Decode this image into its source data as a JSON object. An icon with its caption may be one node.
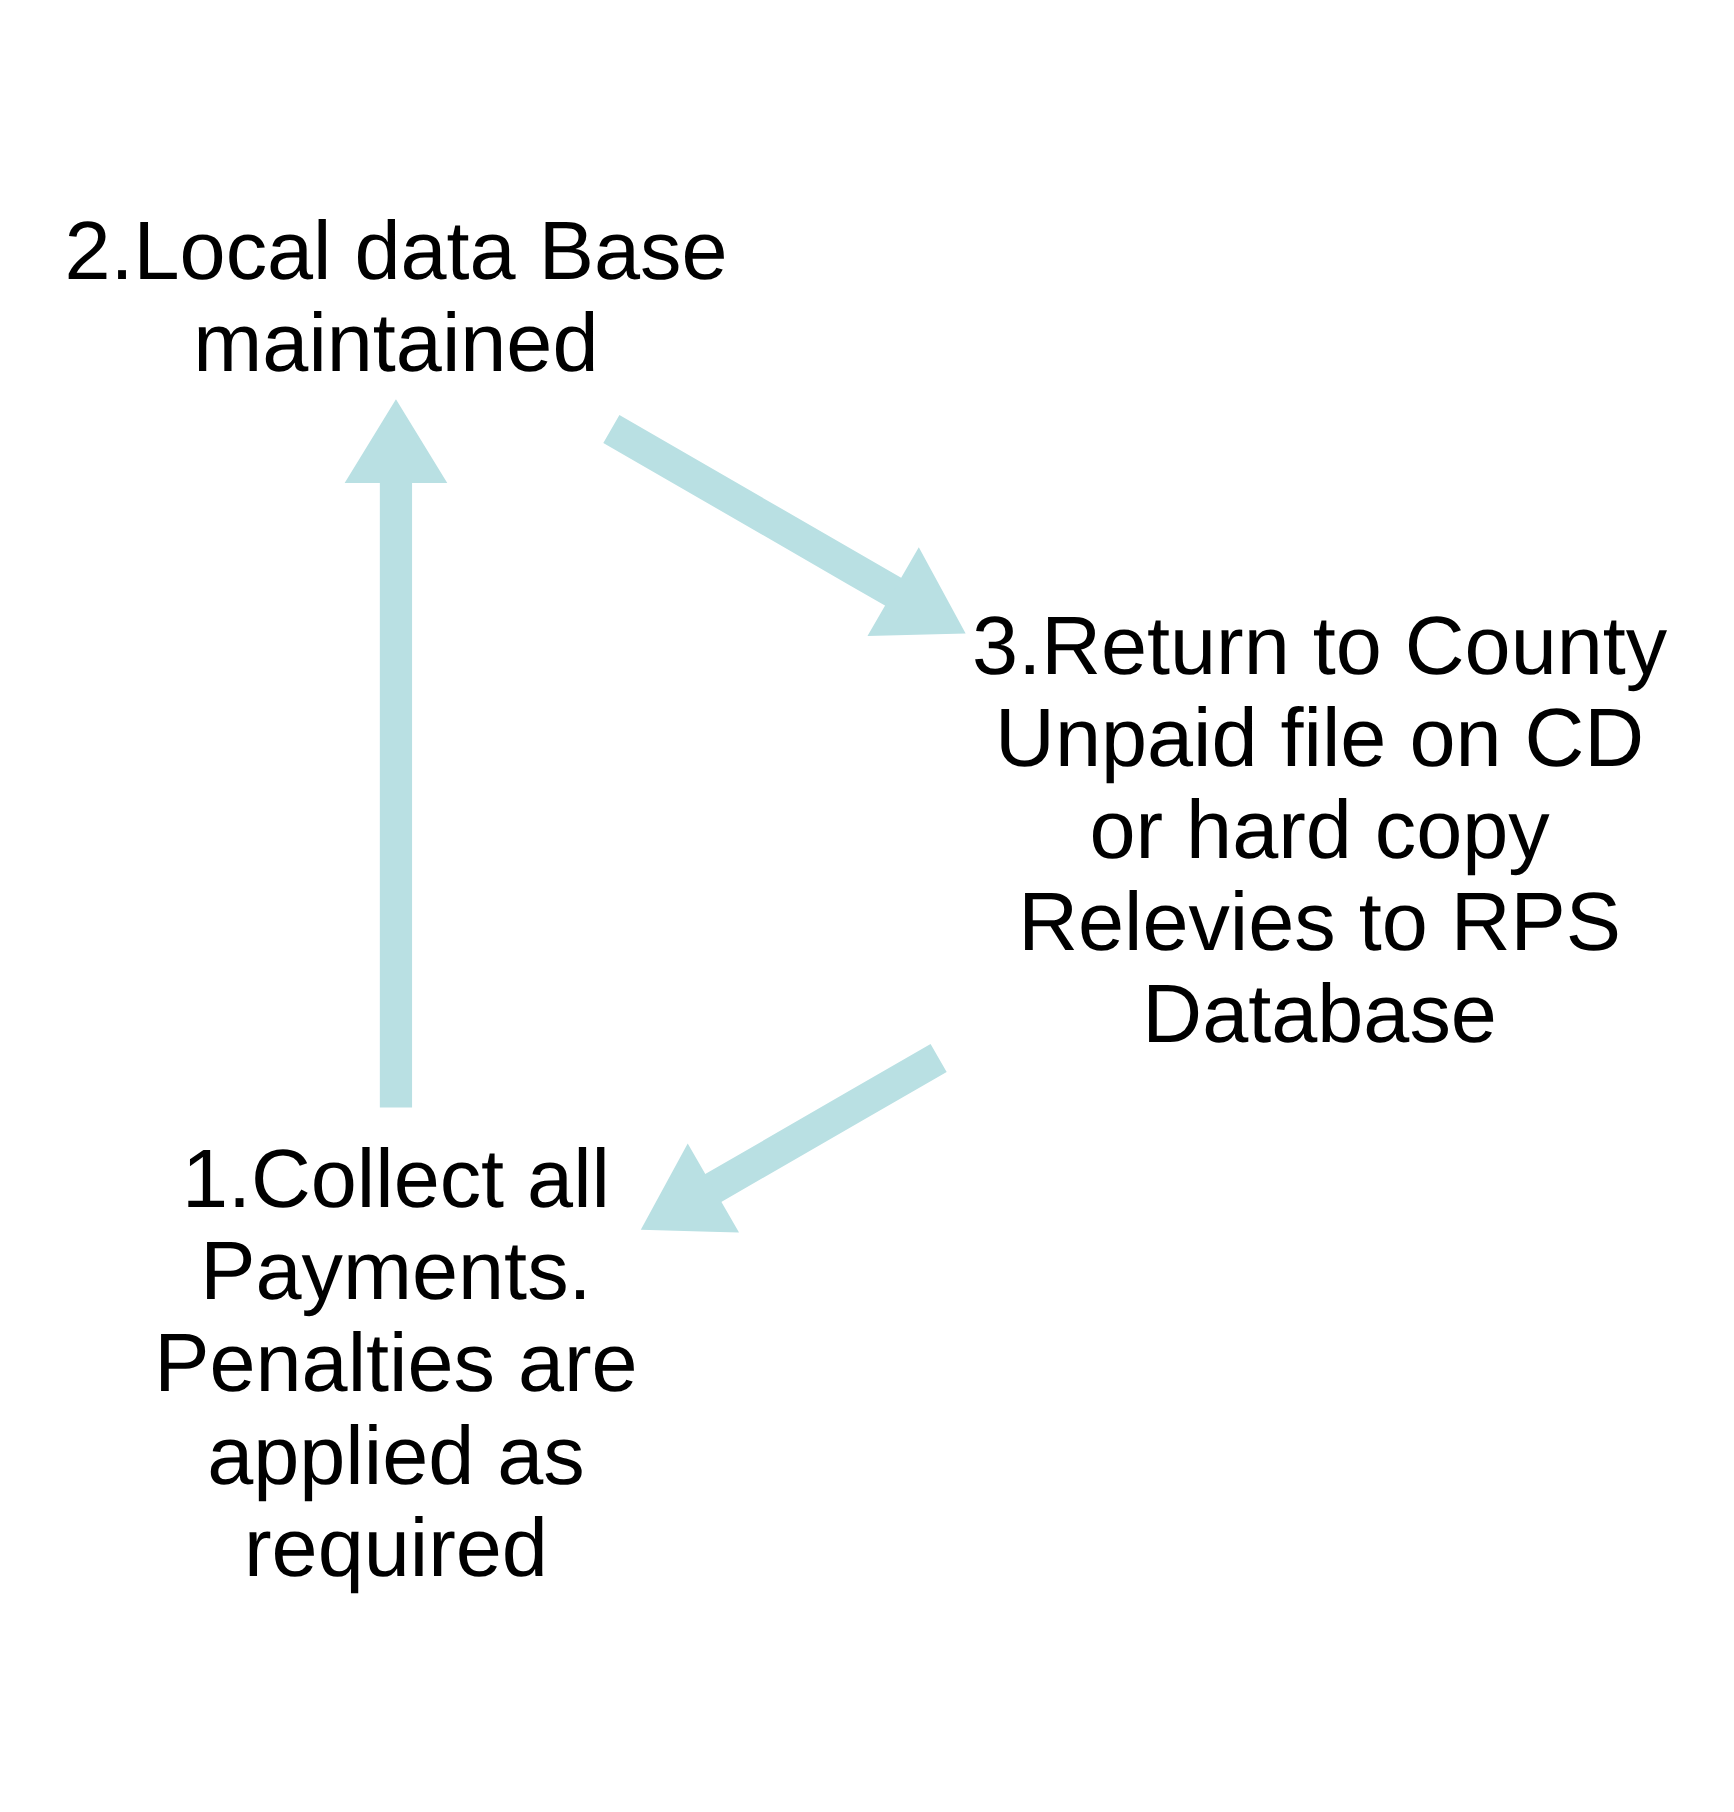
{
  "diagram": {
    "nodes": [
      {
        "text": [
          "1.Collect all Payments. Penalties are applied as required"
        ]
      },
      {
        "text": [
          "2.Local data Base maintained"
        ]
      },
      {
        "text": [
          "3.Return to County Unpaid file on CD or hard copy Relevies to RPS Database"
        ]
      }
    ],
    "edges": [
      {
        "from": 0,
        "to": 1,
        "arrow": "to",
        "color": "#b9e0e3"
      },
      {
        "from": 1,
        "to": 2,
        "arrow": "to",
        "color": "#b9e0e3"
      },
      {
        "from": 2,
        "to": 0,
        "arrow": "to",
        "color": "#b9e0e3"
      }
    ]
  }
}
